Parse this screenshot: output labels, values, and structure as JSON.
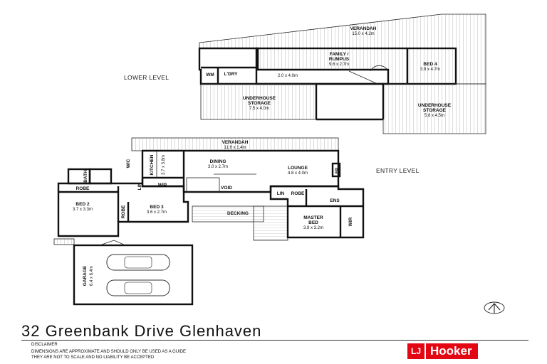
{
  "levels": {
    "lower": "LOWER LEVEL",
    "entry": "ENTRY LEVEL"
  },
  "rooms": {
    "verandah_lower": {
      "name": "VERANDAH",
      "size": "15.0 x 4.2m"
    },
    "family": {
      "name_line1": "FAMILY /",
      "name_line2": "RUMPUS",
      "size": "9.6 x 2.7m"
    },
    "bed4": {
      "name": "BED 4",
      "size": "3.9 x 4.7m"
    },
    "wm": "WM",
    "ldry": "L'DRY",
    "ldry_size": "2.0 x 4.0m",
    "underhouse_left": {
      "name_line1": "UNDERHOUSE",
      "name_line2": "STORAGE",
      "size": "7.5 x 4.0m"
    },
    "underhouse_right": {
      "name_line1": "UNDERHOUSE",
      "name_line2": "STORAGE",
      "size": "5.8 x 4.5m"
    },
    "verandah_entry": {
      "name": "VERANDAH",
      "size": "11.6 x 1.4m"
    },
    "dining": {
      "name": "DINING",
      "size": "3.0 x 2.7m"
    },
    "kitchen": {
      "name": "KITCHEN",
      "size": "3.7 x 3.8m"
    },
    "lounge": {
      "name": "LOUNGE",
      "size": "4.8 x 4.0m"
    },
    "fp": "FP",
    "wic": "WIC",
    "bath": "BATH",
    "robe": "ROBE",
    "lin": "LIN",
    "wip": "WIP",
    "void": "VOID",
    "bed2": {
      "name": "BED 2",
      "size": "3.7 x 3.3m"
    },
    "bed3": {
      "name": "BED 3",
      "size": "3.6 x 2.7m"
    },
    "decking": "DECKING",
    "lin_robe": "LIN",
    "robe2": "ROBE",
    "ens": "ENS",
    "master": {
      "name_line1": "MASTER",
      "name_line2": "BED",
      "size": "3.9 x 3.2m"
    },
    "wir": "WIR",
    "garage": {
      "name": "GARAGE",
      "size": "6.4 x 6.4m"
    }
  },
  "footer": {
    "address": "32 Greenbank Drive Glenhaven",
    "disclaimer_heading": "DISCLAIMER",
    "disclaimer_line1": "DIMENSIONS ARE APPROXIMATE AND SHOULD ONLY BE USED AS A GUIDE",
    "disclaimer_line2": "THEY ARE NOT TO SCALE AND NO LIABILITY BE ACCEPTED"
  },
  "brand": {
    "mark": "LJ",
    "name": "Hooker",
    "color": "#e30613"
  },
  "icons": {
    "compass": "north-arrow-icon"
  }
}
